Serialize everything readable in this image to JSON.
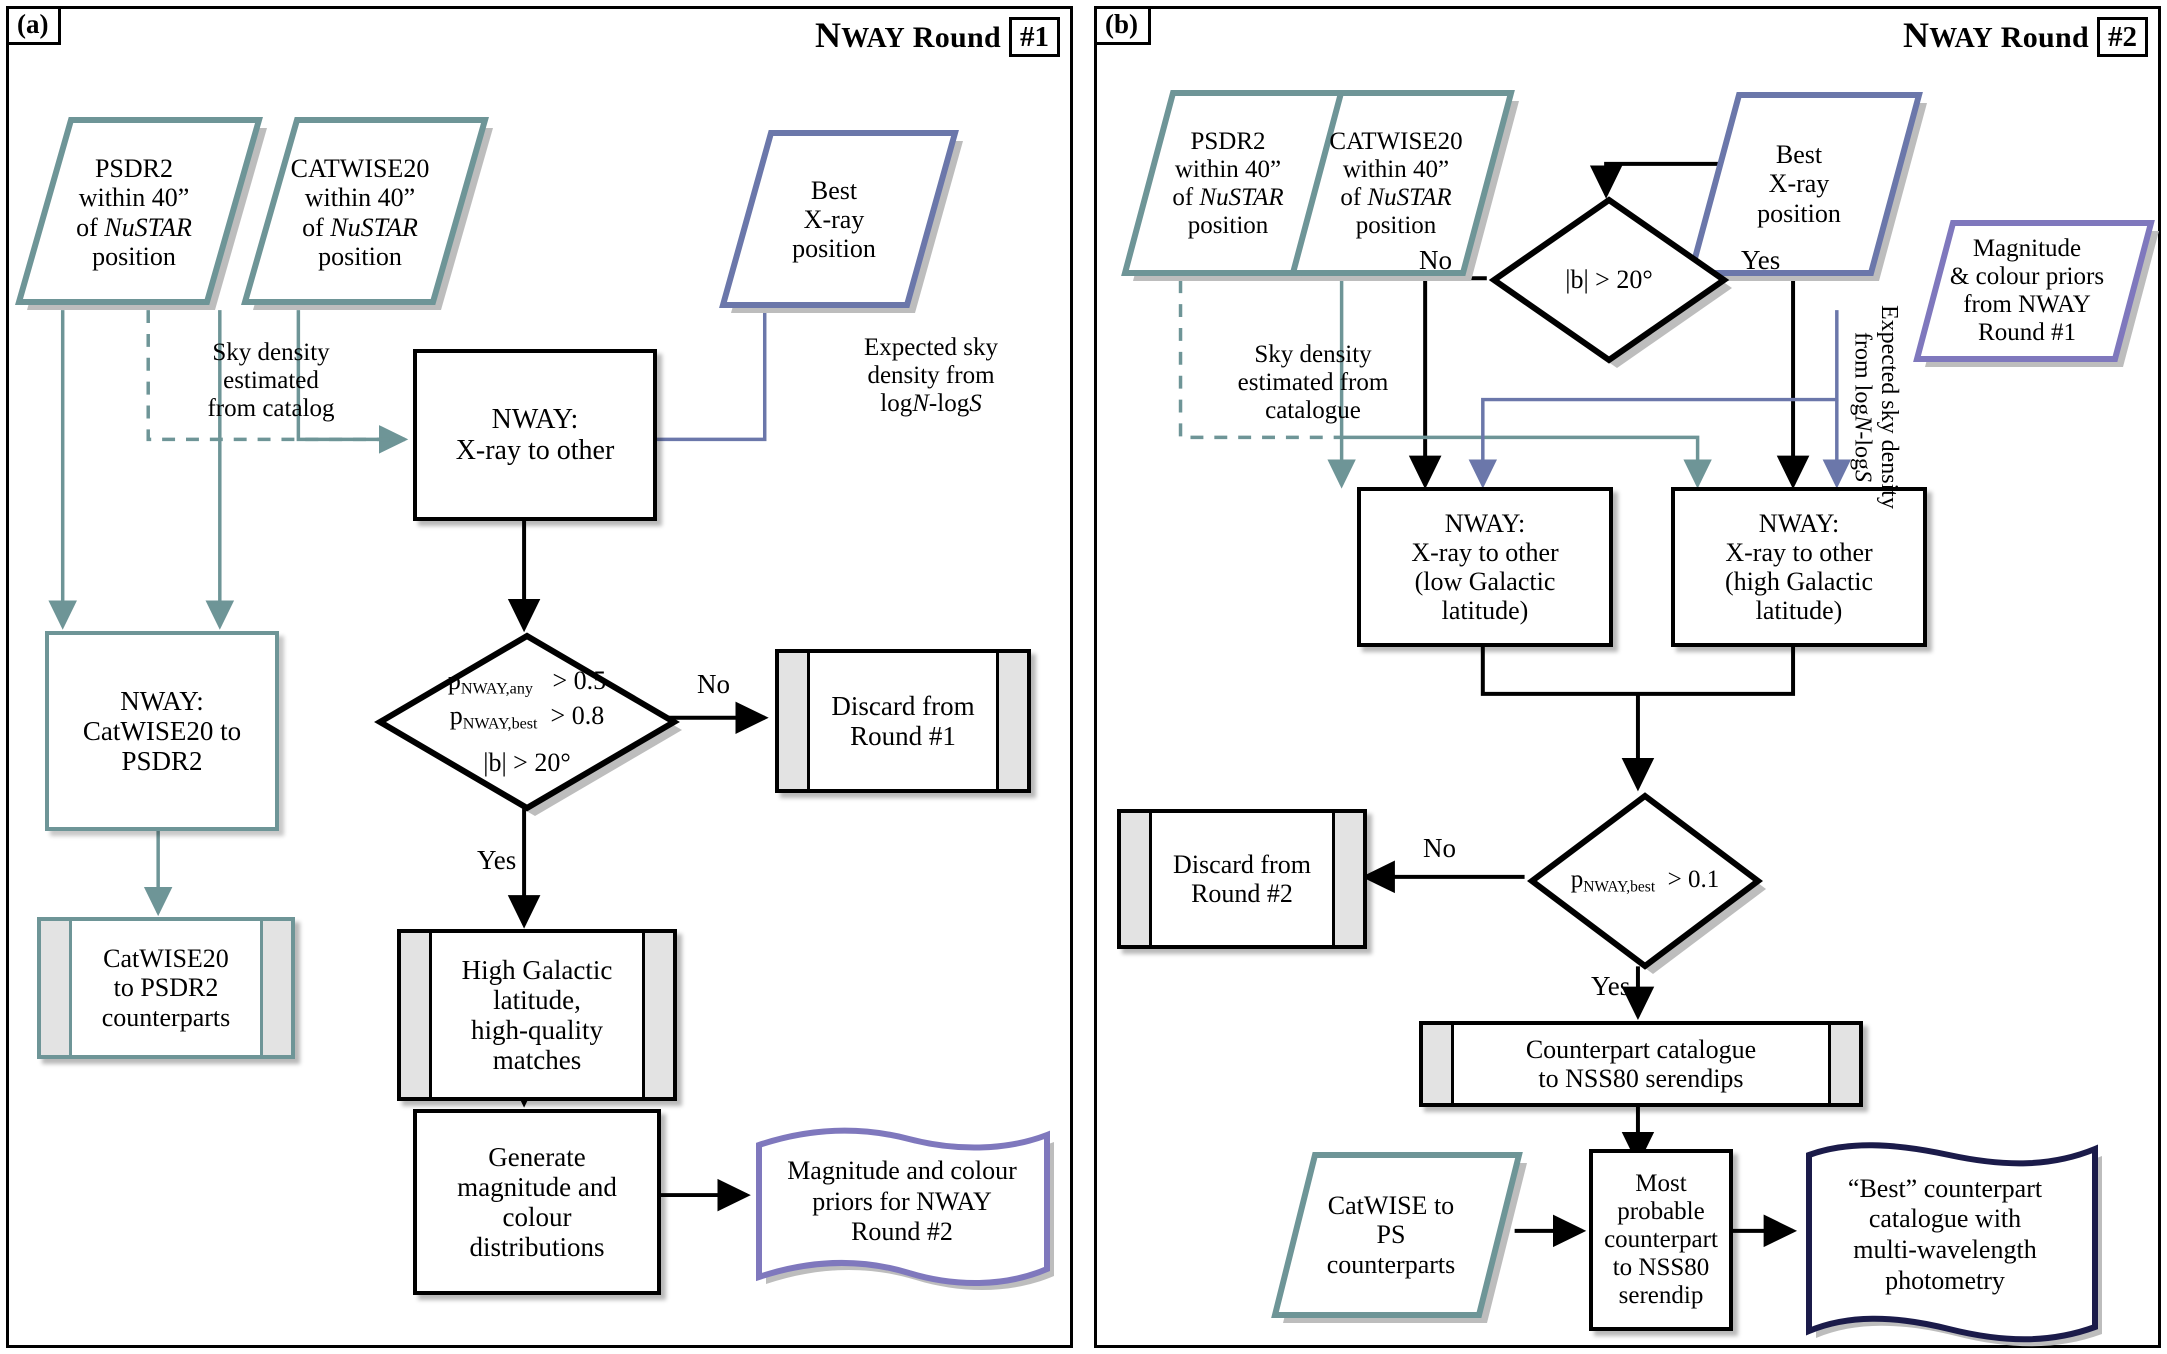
{
  "figure": {
    "type": "flowchart",
    "panels": [
      "a",
      "b"
    ]
  },
  "panel_a": {
    "tag": "(a)",
    "title": {
      "word1": "N",
      "word1_rest": "WAY",
      "word2": "Round",
      "number": "#1"
    },
    "nodes": {
      "psdr2_input": {
        "l1": "PSDR2",
        "l2": "within 40”",
        "l3a": "of ",
        "l3b": "NuSTAR",
        "l4": "position"
      },
      "catwise_input": {
        "l1": "CATWISE20",
        "l2": "within 40”",
        "l3a": "of ",
        "l3b": "NuSTAR",
        "l4": "position"
      },
      "best_xray": {
        "l1": "Best",
        "l2": "X-ray",
        "l3": "position"
      },
      "nway_xray": {
        "l1": "NWAY:",
        "l2": "X-ray to other"
      },
      "nway_catwise": {
        "l1": "NWAY:",
        "l2": "CatWISE20 to",
        "l3": "PSDR2"
      },
      "catwise_cp": {
        "l1": "CatWISE20",
        "l2": "to PSDR2",
        "l3": "counterparts"
      },
      "discard": {
        "l1": "Discard from",
        "l2": "Round #1"
      },
      "high_gal": {
        "l1": "High Galactic",
        "l2": "latitude,",
        "l3": "high-quality",
        "l4": "matches"
      },
      "generate": {
        "l1": "Generate",
        "l2": "magnitude and",
        "l3": "colour",
        "l4": "distributions"
      },
      "priors_doc": {
        "l1": "Magnitude and colour",
        "l2": "priors for NWAY",
        "l3": "Round #2"
      }
    },
    "decision": {
      "p_any_name": "p",
      "p_any_sub": "NWAY,any",
      "p_any_val": "> 0.5",
      "p_best_name": "p",
      "p_best_sub": "NWAY,best",
      "p_best_val": "> 0.8",
      "b_cut": "|b| > 20°"
    },
    "labels": {
      "sky_density": {
        "l1": "Sky density",
        "l2": "estimated",
        "l3": "from catalog"
      },
      "expected": {
        "l1": "Expected sky",
        "l2": "density from",
        "l3a": "log",
        "l3b": "N",
        "l3c": "-log",
        "l3d": "S"
      },
      "no": "No",
      "yes": "Yes"
    }
  },
  "panel_b": {
    "tag": "(b)",
    "title": {
      "word1": "N",
      "word1_rest": "WAY",
      "word2": "Round",
      "number": "#2"
    },
    "nodes": {
      "psdr2_input": {
        "l1": "PSDR2",
        "l2": "within 40”",
        "l3a": "of ",
        "l3b": "NuSTAR",
        "l4": "position"
      },
      "catwise_input": {
        "l1": "CATWISE20",
        "l2": "within 40”",
        "l3a": "of ",
        "l3b": "NuSTAR",
        "l4": "position"
      },
      "best_xray": {
        "l1": "Best",
        "l2": "X-ray",
        "l3": "position"
      },
      "priors_input": {
        "l1": "Magnitude",
        "l2": "& colour priors",
        "l3": "from NWAY",
        "l4": "Round #1"
      },
      "nway_low": {
        "l1": "NWAY:",
        "l2": "X-ray to other",
        "l3": "(low Galactic",
        "l4": "latitude)"
      },
      "nway_high": {
        "l1": "NWAY:",
        "l2": "X-ray to other",
        "l3": "(high Galactic",
        "l4": "latitude)"
      },
      "discard": {
        "l1": "Discard from",
        "l2": "Round #2"
      },
      "counterpart_cat": {
        "l1": "Counterpart catalogue",
        "l2": "to NSS80 serendips"
      },
      "catwise_ps": {
        "l1": "CatWISE to",
        "l2": "PS",
        "l3": "counterparts"
      },
      "most_probable": {
        "l1": "Most",
        "l2": "probable",
        "l3": "counterpart",
        "l4": "to NSS80",
        "l5": "serendip"
      },
      "best_doc": {
        "l1": "“Best” counterpart",
        "l2": "catalogue with",
        "l3": "multi-wavelength",
        "l4": "photometry"
      }
    },
    "decisions": {
      "b_cut": "|b| > 20°",
      "p_best_name": "p",
      "p_best_sub": "NWAY,best",
      "p_best_val": "> 0.1"
    },
    "labels": {
      "sky_density": {
        "l1": "Sky density",
        "l2": "estimated from",
        "l3": "catalogue"
      },
      "expected_vert": {
        "l1": "Expected sky density",
        "l2a": "from log",
        "l2b": "N",
        "l2c": "-log",
        "l2d": "S"
      },
      "no_b": "No",
      "yes_b": "Yes",
      "no_p": "No",
      "yes_p": "Yes"
    }
  },
  "colors": {
    "teal": "#6e9597",
    "blue": "#6b77aa",
    "purple": "#7f78bd",
    "navy": "#1b1b4a",
    "black": "#000000",
    "store_fill": "#e3e3e3"
  }
}
